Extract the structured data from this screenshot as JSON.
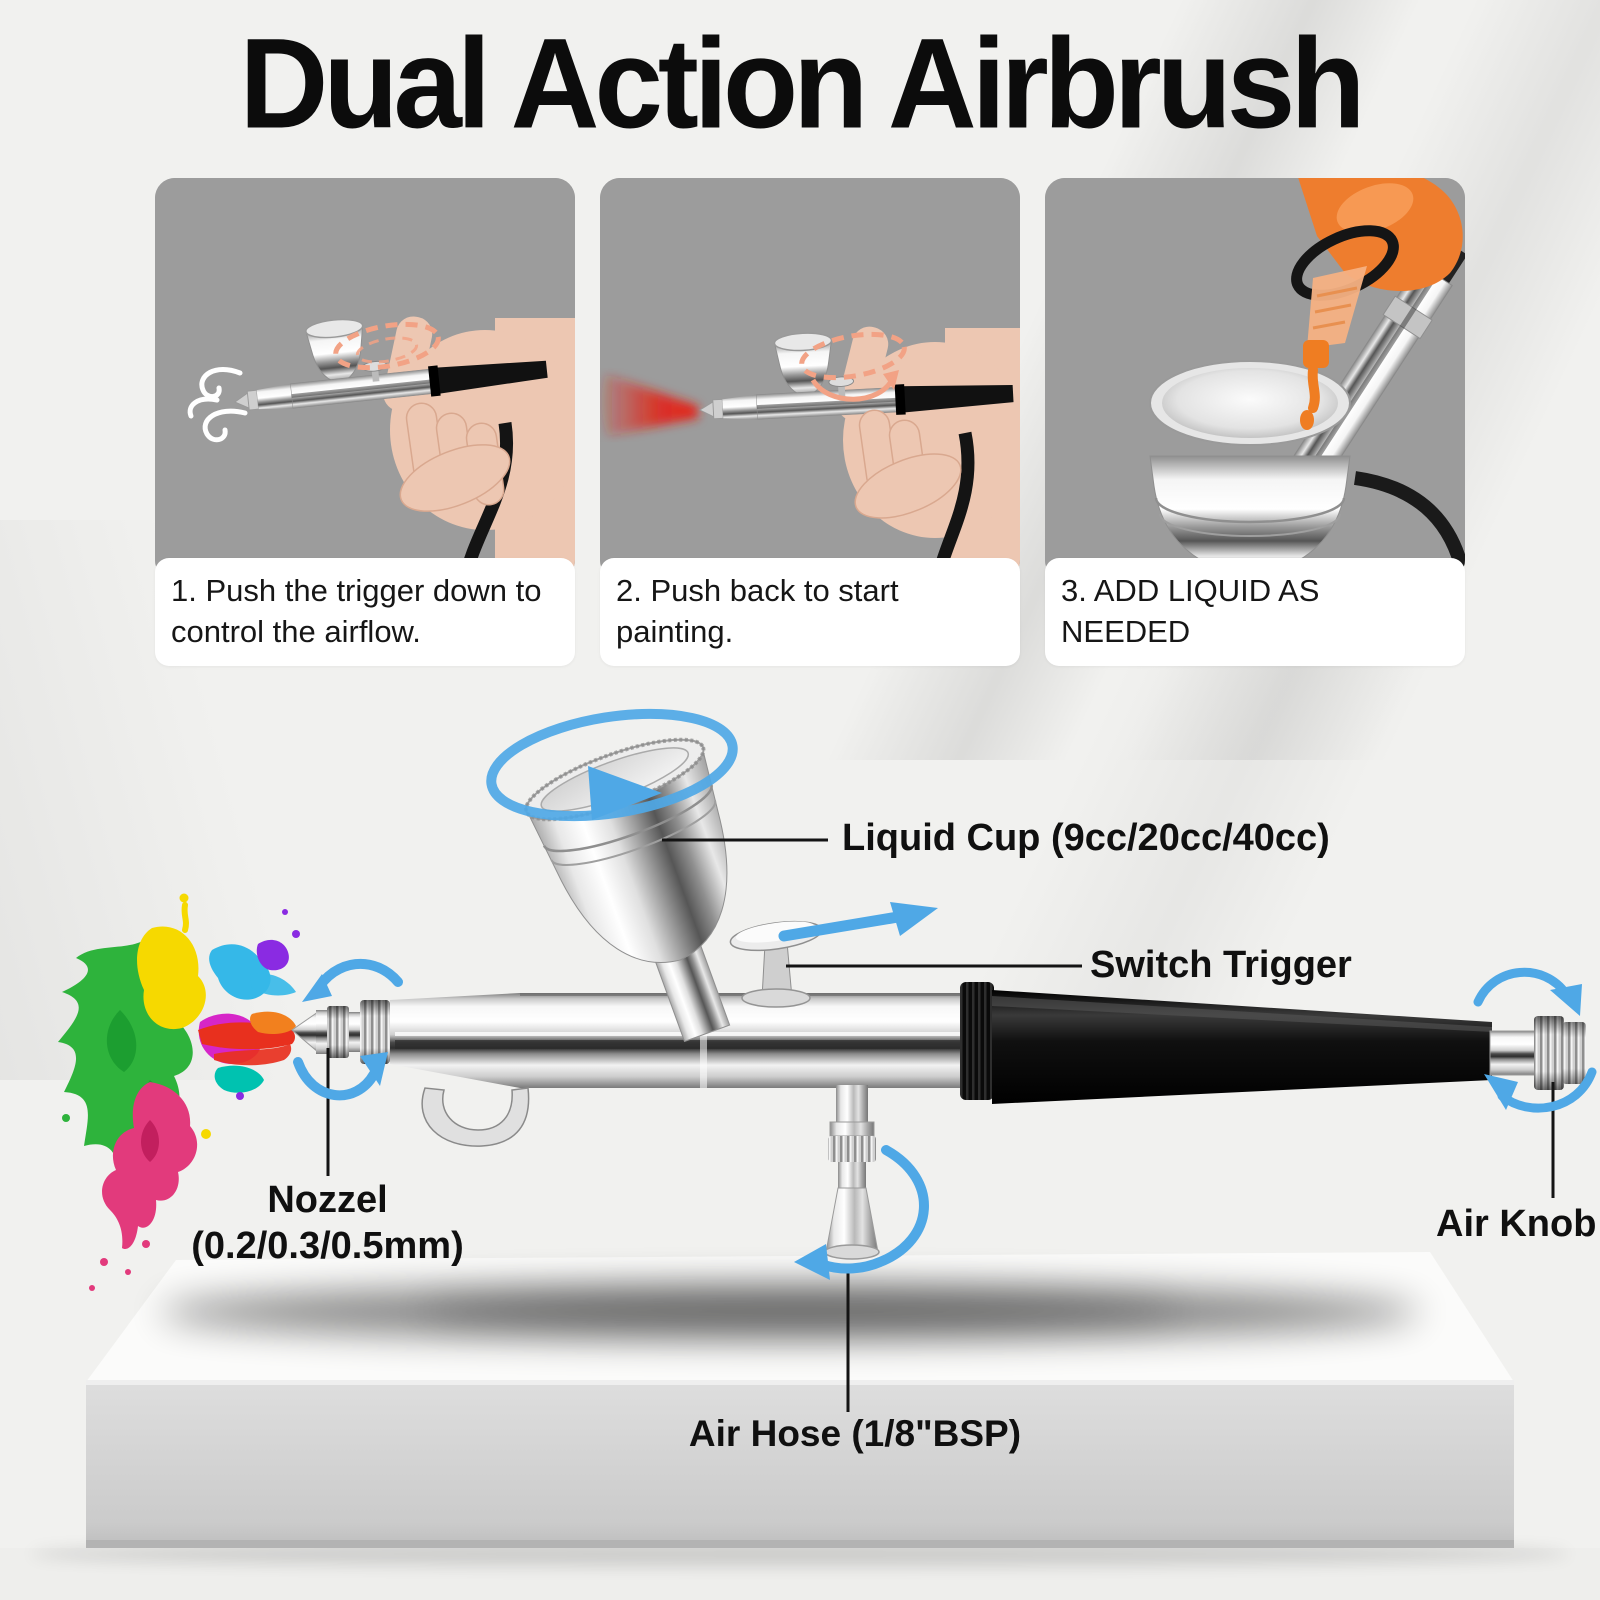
{
  "title": "Dual Action Airbrush",
  "steps": [
    {
      "label": "1. Push the trigger down to control the airflow."
    },
    {
      "label": "2. Push back to start painting."
    },
    {
      "label": "3. ADD LIQUID AS NEEDED"
    }
  ],
  "diagram_labels": {
    "liquid_cup": "Liquid Cup (9cc/20cc/40cc)",
    "switch_trigger": "Switch Trigger",
    "nozzle_name": "Nozzel",
    "nozzle_sizes": "(0.2/0.3/0.5mm)",
    "air_knob": "Air Knob",
    "air_hose": "Air Hose (1/8\"BSP)"
  },
  "colors": {
    "background": "#f1f1ef",
    "panel_photo_bg": "#9c9c9c",
    "accent_arrow_blue": "#4fa8e6",
    "highlight_dashed_orange": "#f2a285",
    "bottle_orange": "#ee7d2e",
    "spray_red": "#e32114",
    "paint_splash": [
      "#2eb33c",
      "#f6d900",
      "#35b8e8",
      "#8a2be2",
      "#d626c8",
      "#e8301e",
      "#f2801e",
      "#00c2b0",
      "#e23a7c"
    ]
  }
}
